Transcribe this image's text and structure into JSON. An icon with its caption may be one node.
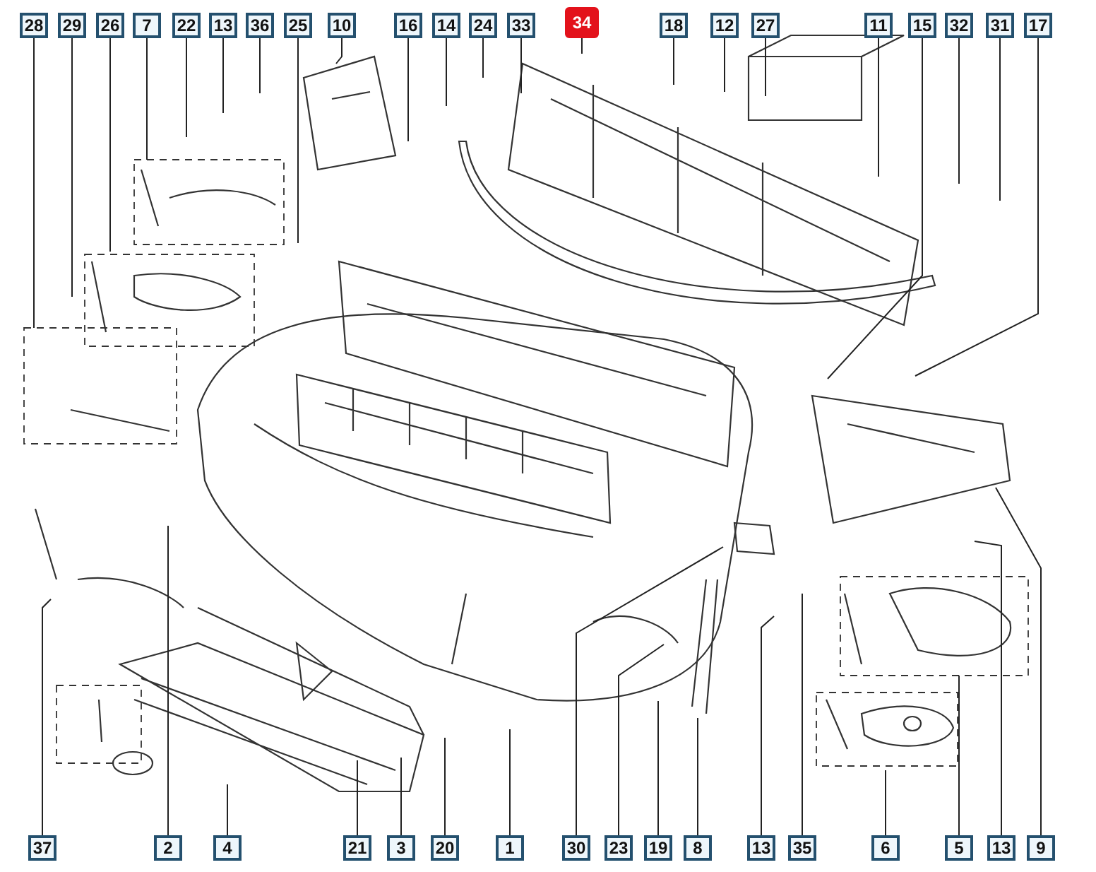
{
  "diagram": {
    "nodes": [
      {
        "text": [
          "28"
        ]
      },
      {
        "text": [
          "29"
        ]
      },
      {
        "text": [
          "26"
        ]
      },
      {
        "text": [
          "7"
        ]
      },
      {
        "text": [
          "22"
        ]
      },
      {
        "text": [
          "13"
        ]
      },
      {
        "text": [
          "36"
        ]
      },
      {
        "text": [
          "25"
        ]
      },
      {
        "text": [
          "10"
        ]
      },
      {
        "text": [
          "16"
        ]
      },
      {
        "text": [
          "14"
        ]
      },
      {
        "text": [
          "24"
        ]
      },
      {
        "text": [
          "33"
        ]
      },
      {
        "text": [
          "34"
        ]
      },
      {
        "text": [
          "18"
        ]
      },
      {
        "text": [
          "12"
        ]
      },
      {
        "text": [
          "27"
        ]
      },
      {
        "text": [
          "11"
        ]
      },
      {
        "text": [
          "15"
        ]
      },
      {
        "text": [
          "32"
        ]
      },
      {
        "text": [
          "31"
        ]
      },
      {
        "text": [
          "17"
        ]
      },
      {
        "text": [
          "37"
        ]
      },
      {
        "text": [
          "2"
        ]
      },
      {
        "text": [
          "4"
        ]
      },
      {
        "text": [
          "21"
        ]
      },
      {
        "text": [
          "3"
        ]
      },
      {
        "text": [
          "20"
        ]
      },
      {
        "text": [
          "1"
        ]
      },
      {
        "text": [
          "30"
        ]
      },
      {
        "text": [
          "23"
        ]
      },
      {
        "text": [
          "19"
        ]
      },
      {
        "text": [
          "8"
        ]
      },
      {
        "text": [
          "13"
        ]
      },
      {
        "text": [
          "35"
        ]
      },
      {
        "text": [
          "6"
        ]
      },
      {
        "text": [
          "5"
        ]
      },
      {
        "text": [
          "13"
        ]
      },
      {
        "text": [
          "9"
        ]
      }
    ],
    "edges": [
      {
        "from": 0,
        "to": null,
        "arrow": "none"
      },
      {
        "from": 1,
        "to": null,
        "arrow": "none"
      },
      {
        "from": 2,
        "to": null,
        "arrow": "none"
      },
      {
        "from": 3,
        "to": null,
        "arrow": "none"
      },
      {
        "from": 4,
        "to": null,
        "arrow": "none"
      },
      {
        "from": 5,
        "to": null,
        "arrow": "none"
      },
      {
        "from": 6,
        "to": null,
        "arrow": "none"
      },
      {
        "from": 7,
        "to": null,
        "arrow": "none"
      },
      {
        "from": 8,
        "to": null,
        "arrow": "none"
      },
      {
        "from": 9,
        "to": null,
        "arrow": "none"
      },
      {
        "from": 10,
        "to": null,
        "arrow": "none"
      },
      {
        "from": 11,
        "to": null,
        "arrow": "none"
      },
      {
        "from": 12,
        "to": null,
        "arrow": "none"
      },
      {
        "from": 13,
        "to": null,
        "arrow": "none"
      },
      {
        "from": 14,
        "to": null,
        "arrow": "none"
      },
      {
        "from": 15,
        "to": null,
        "arrow": "none"
      },
      {
        "from": 16,
        "to": null,
        "arrow": "none"
      },
      {
        "from": 17,
        "to": null,
        "arrow": "none"
      },
      {
        "from": 18,
        "to": null,
        "arrow": "none"
      },
      {
        "from": 19,
        "to": null,
        "arrow": "none"
      },
      {
        "from": 20,
        "to": null,
        "arrow": "none"
      },
      {
        "from": 21,
        "to": null,
        "arrow": "none"
      },
      {
        "from": 22,
        "to": null,
        "arrow": "none"
      },
      {
        "from": 23,
        "to": null,
        "arrow": "none"
      },
      {
        "from": 24,
        "to": null,
        "arrow": "none"
      },
      {
        "from": 25,
        "to": null,
        "arrow": "none"
      },
      {
        "from": 26,
        "to": null,
        "arrow": "none"
      },
      {
        "from": 27,
        "to": null,
        "arrow": "none"
      },
      {
        "from": 28,
        "to": null,
        "arrow": "none"
      },
      {
        "from": 29,
        "to": null,
        "arrow": "none"
      },
      {
        "from": 30,
        "to": null,
        "arrow": "none"
      },
      {
        "from": 31,
        "to": null,
        "arrow": "none"
      },
      {
        "from": 32,
        "to": null,
        "arrow": "none"
      },
      {
        "from": 33,
        "to": null,
        "arrow": "none"
      },
      {
        "from": 34,
        "to": null,
        "arrow": "none"
      },
      {
        "from": 35,
        "to": null,
        "arrow": "none"
      },
      {
        "from": 36,
        "to": null,
        "arrow": "none"
      },
      {
        "from": 37,
        "to": null,
        "arrow": "none"
      },
      {
        "from": 38,
        "to": null,
        "arrow": "none"
      }
    ]
  }
}
